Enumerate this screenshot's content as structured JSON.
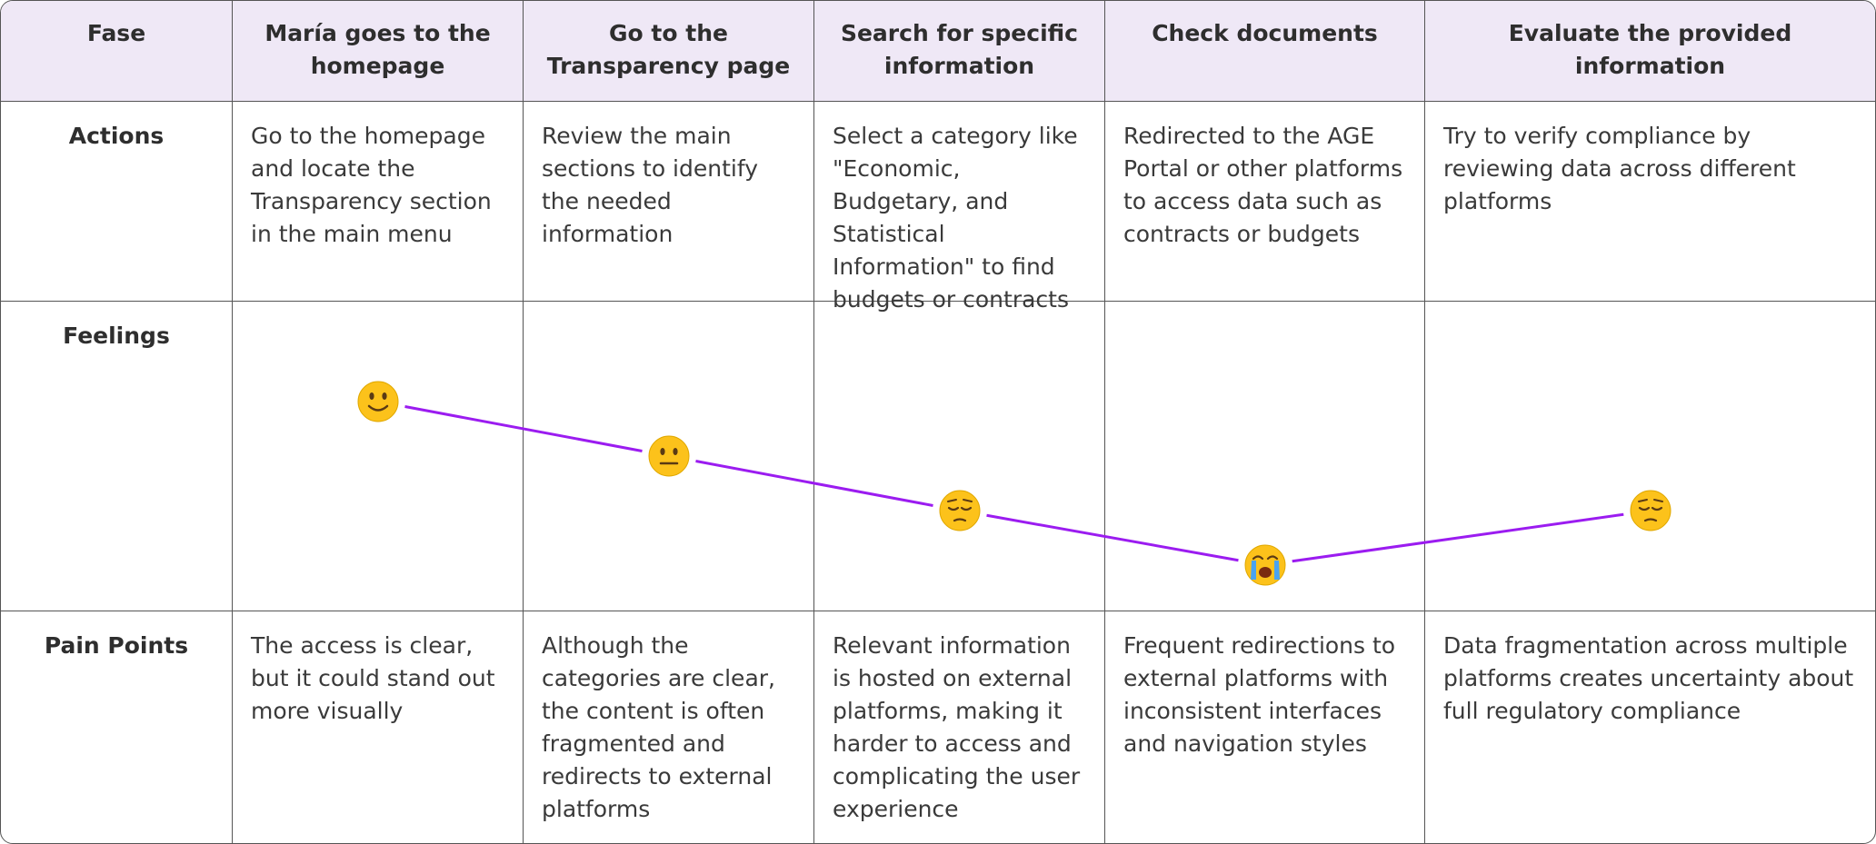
{
  "table": {
    "header": {
      "fase": "Fase",
      "phases": [
        "María goes to the homepage",
        "Go to the Transparency page",
        "Search for specific information",
        "Check documents",
        "Evaluate the provided information"
      ]
    },
    "rows": {
      "actions": {
        "label": "Actions",
        "cells": [
          "Go to the homepage and locate the Transparency section in the main menu",
          "Review the main sections to identify the needed information",
          "Select a category like \"Economic, Budgetary, and Statistical Information\" to find budgets or contracts",
          "Redirected to the AGE Portal or other platforms to access data such as contracts or budgets",
          "Try to verify compliance by reviewing data across different platforms"
        ]
      },
      "feelings": {
        "label": "Feelings",
        "points": [
          {
            "emotion": "slightly-smiling",
            "icon": "slightly-smiling-face-icon",
            "level": 4
          },
          {
            "emotion": "neutral",
            "icon": "neutral-face-icon",
            "level": 3
          },
          {
            "emotion": "pensive",
            "icon": "pensive-face-icon",
            "level": 2
          },
          {
            "emotion": "loudly-crying",
            "icon": "loudly-crying-face-icon",
            "level": 1
          },
          {
            "emotion": "pensive",
            "icon": "pensive-face-icon",
            "level": 2
          }
        ],
        "line_color": "#9b1cf0"
      },
      "pain_points": {
        "label": "Pain Points",
        "cells": [
          "The access is clear, but it could stand out more visually",
          "Although the categories are clear, the content is often fragmented and redirects to external platforms",
          "Relevant information is hosted on external platforms, making it harder to access and complicating the user experience",
          "Frequent redirections to external platforms with inconsistent interfaces and navigation styles",
          "Data fragmentation across multiple platforms creates uncertainty about full regulatory compliance"
        ]
      }
    }
  },
  "colors": {
    "header_bg": "#efe8f6",
    "border": "#555555",
    "emoji_yellow": "#fcc21b"
  }
}
